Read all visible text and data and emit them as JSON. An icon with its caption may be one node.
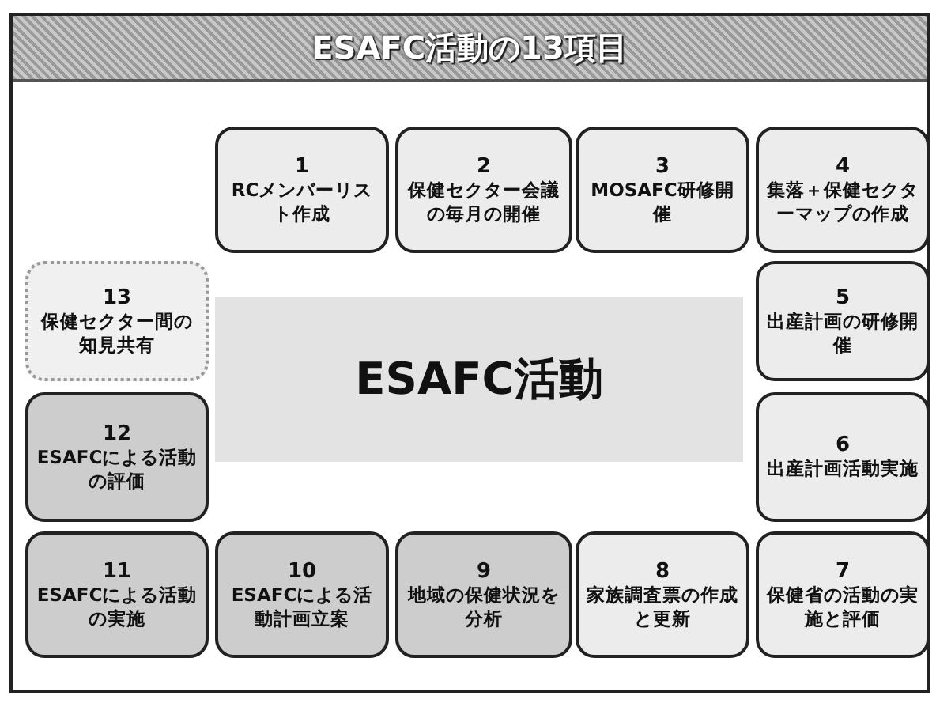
{
  "diagram": {
    "title": "ESAFC活動の13項目",
    "nodes": [
      {
        "text": [
          "1",
          "RCメンバーリスト作成"
        ]
      },
      {
        "text": [
          "2",
          "保健セクター会議の毎月の開催"
        ]
      },
      {
        "text": [
          "3",
          "MOSAFC研修開催"
        ]
      },
      {
        "text": [
          "4",
          "集落＋保健セクターマップの作成"
        ]
      },
      {
        "text": [
          "5",
          "出産計画の研修開催"
        ]
      },
      {
        "text": [
          "6",
          "出産計画活動実施"
        ]
      },
      {
        "text": [
          "7",
          "保健省の活動の実施と評価"
        ]
      },
      {
        "text": [
          "8",
          "家族調査票の作成と更新"
        ]
      },
      {
        "text": [
          "9",
          "地域の保健状況を分析"
        ]
      },
      {
        "text": [
          "10",
          "ESAFCによる活動計画立案"
        ]
      },
      {
        "text": [
          "11",
          "ESAFCによる活動の実施"
        ]
      },
      {
        "text": [
          "12",
          "ESAFCによる活動の評価"
        ]
      },
      {
        "text": [
          "13",
          "保健セクター間の知見共有"
        ]
      },
      {
        "text": [
          "ESAFC活動"
        ]
      }
    ]
  }
}
